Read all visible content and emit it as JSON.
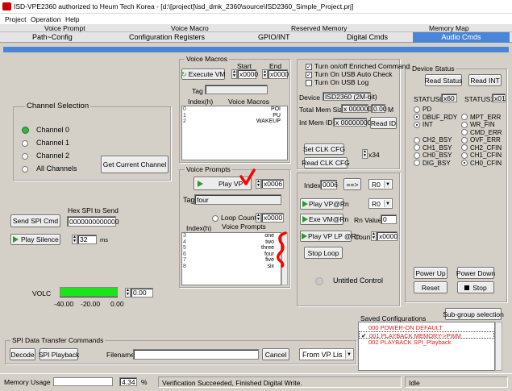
{
  "window": {
    "title": "ISD-VPE2360 authorized to Heum Tech Korea - [d:\\[project]\\isd_dmk_2360\\source\\ISD2360_Simple_Project.prj]"
  },
  "menu": [
    "Project",
    "Operation",
    "Help"
  ],
  "tabs_top": [
    "Voice Prompt",
    "Voice Macro",
    "Reserved Memory",
    "Memory Map"
  ],
  "tabs_bottom": [
    "Path~Config",
    "Configuration Registers",
    "GPIO/INT",
    "Digital Cmds",
    "Audio Cmds"
  ],
  "channel": {
    "title": "Channel Selection",
    "options": [
      "Channel 0",
      "Channel 1",
      "Channel 2",
      "All Channels"
    ],
    "get_btn": "Get Current Channel"
  },
  "spi": {
    "hex_label": "Hex SPI to Send",
    "send_btn": "Send SPI Cmd",
    "hex_value": "0000000000000",
    "play_silence_btn": "Play Silence",
    "silence_value": "32",
    "ms": "ms"
  },
  "volc": {
    "label": "VOLC",
    "value": "0.00",
    "ticks": [
      "-40.00",
      "-20.00",
      "0.00"
    ],
    "level": 1.0
  },
  "macros": {
    "title": "Voice Macros",
    "start_label": "Start",
    "end_label": "End",
    "execute_btn": "Execute VM",
    "start": "x0000",
    "end": "x0000",
    "tag_label": "Tag",
    "col_index": "Index(h)",
    "col_name": "Voice Macros",
    "rows": [
      {
        "i": "0",
        "n": "POI"
      },
      {
        "i": "1",
        "n": "PU"
      },
      {
        "i": "2",
        "n": "WAKEUP"
      }
    ]
  },
  "prompts": {
    "title": "Voice Prompts",
    "play_btn": "Play VP",
    "play_value": "x0006",
    "tag_label": "Tag",
    "tag_value": "four",
    "loop_label": "Loop Count",
    "loop_value": "x0000",
    "col_index": "Index(h)",
    "col_name": "Voice Prompts",
    "rows": [
      {
        "i": "3",
        "n": "one"
      },
      {
        "i": "4",
        "n": "two"
      },
      {
        "i": "5",
        "n": "three"
      },
      {
        "i": "6",
        "n": "four"
      },
      {
        "i": "7",
        "n": "five"
      },
      {
        "i": "8",
        "n": "six"
      }
    ]
  },
  "opts": {
    "enriched": "Turn on/off Enriched Commands",
    "usb_auto": "Turn On USB Auto Check",
    "usb_log": "Turn On USB Log",
    "device_info_label": "Device info",
    "device_info_value": "ISD2360 (2M-bit)",
    "total_mem_label": "Total Mem Size",
    "total_mem_value": "x 000000",
    "total_mem_unit": "0.00",
    "total_mem_m": "M",
    "int_mem_label": "Int Mem ID",
    "int_mem_value": "x 00000000",
    "read_id_btn": "Read ID",
    "set_clk_btn": "Set CLK CFG",
    "read_clk_btn": "Read CLK CFG",
    "clk_value": "x34"
  },
  "cmds": {
    "index_label": "Index",
    "index_value": "0006",
    "arrow_btn": "==>",
    "r0a": "R0",
    "play_rn_btn": "Play VP@Rn",
    "r0b": "R0",
    "exe_rn_btn": "Exe VM@Rn",
    "rn_value_label": "Rn Value",
    "rn_value": "0",
    "play_lp_btn": "Play VP LP @Rn",
    "count_label": "Count",
    "count_value": "x0000",
    "stop_loop_btn": "Stop Loop",
    "untitled": "Untitled Control"
  },
  "device_status": {
    "title": "Device Status",
    "read_status_btn": "Read Status",
    "read_int_btn": "Read INT",
    "status0_label": "STATUS0",
    "status0_value": "x60",
    "status1_label": "STATUS1",
    "status1_value": "x01",
    "left": [
      {
        "t": "PD",
        "on": false
      },
      {
        "t": "DBUF_RDY",
        "on": true
      },
      {
        "t": "INT",
        "on": true
      },
      {
        "t": "",
        "on": false
      },
      {
        "t": "CH2_BSY",
        "on": false
      },
      {
        "t": "CH1_BSY",
        "on": false
      },
      {
        "t": "CH0_BSY",
        "on": false
      },
      {
        "t": "DIG_BSY",
        "on": false
      }
    ],
    "right": [
      {
        "t": "",
        "on": false
      },
      {
        "t": "MPT_ERR",
        "on": false
      },
      {
        "t": "WR_FIN",
        "on": false
      },
      {
        "t": "CMD_ERR",
        "on": false
      },
      {
        "t": "OVF_ERR",
        "on": false
      },
      {
        "t": "CH2_CFIN",
        "on": false
      },
      {
        "t": "CH1_CFIN",
        "on": false
      },
      {
        "t": "CH0_CFIN",
        "on": true
      }
    ],
    "power_up_btn": "Power Up",
    "power_down_btn": "Power Down",
    "reset_btn": "Reset",
    "stop_btn": "Stop"
  },
  "subgroup_btn": "Sub-group selection",
  "saved": {
    "label": "Saved  Configurations",
    "items": [
      {
        "t": "000 POWER-ON DEFAULT",
        "checked": false
      },
      {
        "t": "001 PLAYBACK MEMORY->PWM",
        "checked": true
      },
      {
        "t": "002 PLAYBACK SPI_Playback",
        "checked": false
      }
    ]
  },
  "transfer": {
    "title": "SPI Data Transfer Commands",
    "decode_btn": "Decode",
    "spi_playback_btn": "SPI Playback",
    "filename_label": "Filename",
    "filename_value": "",
    "cancel_btn": "Cancel",
    "from_vp": "From VP Lis"
  },
  "status_bar": {
    "memory_usage": "Memory Usage",
    "percent": "4.34",
    "pct_sign": "%",
    "message": "Verification Succeeded, Finished Digital Write.",
    "state": "Idle"
  },
  "colors": {
    "accent": "#4a86d8",
    "annot": "#ff0000",
    "led": "#3cb043"
  }
}
